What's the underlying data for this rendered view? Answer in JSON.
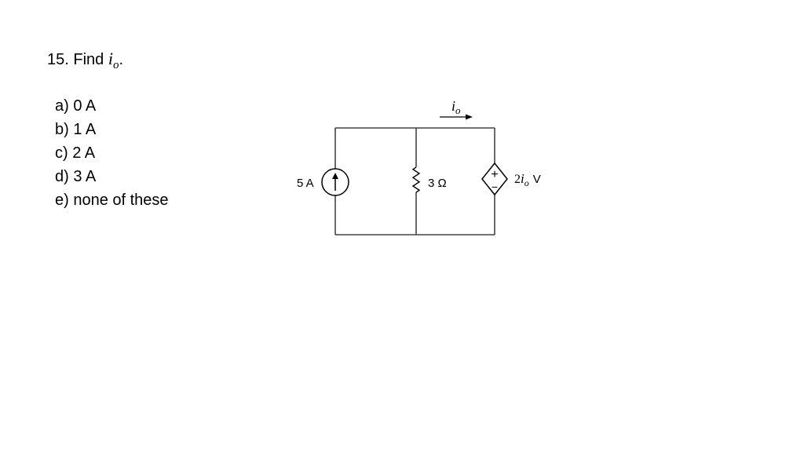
{
  "question": {
    "number_text": "15. Find ",
    "var_letter": "i",
    "var_sub": "o",
    "end_text": "."
  },
  "options": [
    {
      "key": "a",
      "text": "a) 0 A"
    },
    {
      "key": "b",
      "text": "b) 1 A"
    },
    {
      "key": "c",
      "text": "c) 2 A"
    },
    {
      "key": "d",
      "text": "d) 3 A"
    },
    {
      "key": "e",
      "text": "e) none of these"
    }
  ],
  "circuit": {
    "current_source_label": "5 A",
    "resistor_label": "3 Ω",
    "current_var_letter": "i",
    "current_var_sub": "o",
    "dep_source_coef": "2",
    "dep_source_var_letter": "i",
    "dep_source_var_sub": "o",
    "dep_source_unit": "V",
    "plus_sign": "+",
    "minus_sign": "−"
  },
  "colors": {
    "ink": "#000000",
    "wire": "#444444",
    "background": "#ffffff"
  }
}
